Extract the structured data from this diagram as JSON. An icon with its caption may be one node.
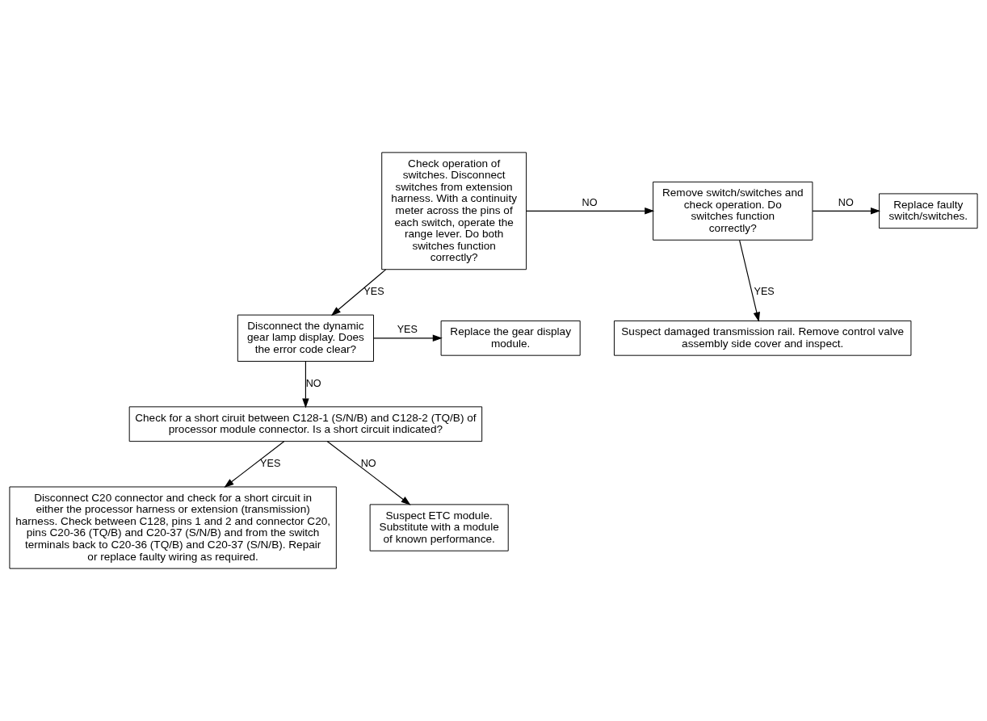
{
  "diagram": {
    "nodes": [
      {
        "text": [
          "Check operation of switches. Disconnect switches from extension harness. With a continuity meter across the pins of each switch, operate the range lever. Do both switches function correctly?"
        ]
      },
      {
        "text": [
          "Remove switch/switches and check operation. Do switches function correctly?"
        ]
      },
      {
        "text": [
          "Replace faulty switch/switches."
        ]
      },
      {
        "text": [
          "Suspect damaged transmission rail. Remove control valve assembly side cover and inspect."
        ]
      },
      {
        "text": [
          "Disconnect the dynamic gear lamp display. Does the error code clear?"
        ]
      },
      {
        "text": [
          "Replace the gear display module."
        ]
      },
      {
        "text": [
          "Check for a short ciruit between C128-1 (S/N/B) and C128-2 (TQ/B) of processor module connector. Is a short circuit indicated?"
        ]
      },
      {
        "text": [
          "Disconnect C20 connector and check for a short circuit in either the processor harness or extension (transmission) harness. Check between C128, pins 1 and 2 and connector C20, pins C20-36 (TQ/B) and C20-37 (S/N/B) and from the switch terminals back to C20-36 (TQ/B) and C20-37 (S/N/B). Repair or replace faulty wiring as required."
        ]
      },
      {
        "text": [
          "Suspect ETC module. Substitute with a module of known performance."
        ]
      }
    ],
    "edges": [
      {
        "from": 0,
        "to": 1,
        "arrow": "to",
        "label": "NO"
      },
      {
        "from": 1,
        "to": 2,
        "arrow": "to",
        "label": "NO"
      },
      {
        "from": 1,
        "to": 3,
        "arrow": "to",
        "label": "YES"
      },
      {
        "from": 0,
        "to": 4,
        "arrow": "to",
        "label": "YES"
      },
      {
        "from": 4,
        "to": 5,
        "arrow": "to",
        "label": "YES"
      },
      {
        "from": 4,
        "to": 6,
        "arrow": "to",
        "label": "NO"
      },
      {
        "from": 6,
        "to": 7,
        "arrow": "to",
        "label": "YES"
      },
      {
        "from": 6,
        "to": 8,
        "arrow": "to",
        "label": "NO"
      }
    ]
  }
}
